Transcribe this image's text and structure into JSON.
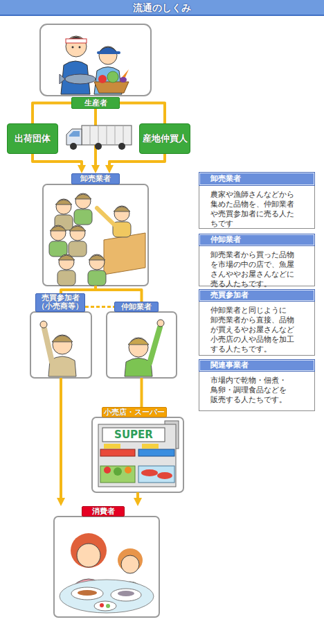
{
  "diagram": {
    "title": "流通のしくみ",
    "nodes": [
      {
        "text": [
          "生産者"
        ]
      },
      {
        "text": [
          "出荷団体"
        ]
      },
      {
        "text": [
          "産地仲買人"
        ]
      },
      {
        "text": [
          "卸売業者"
        ]
      },
      {
        "text": [
          "売買参加者 （小売商等）"
        ]
      },
      {
        "text": [
          "仲卸業者"
        ]
      },
      {
        "text": [
          "小売店・スーパー"
        ]
      },
      {
        "text": [
          "消費者"
        ]
      },
      {
        "text": [
          "卸売業者",
          "農家や漁師さんなどから 集めた品物を、仲卸業者 や売買参加者に売る人た ちです"
        ]
      },
      {
        "text": [
          "仲卸業者",
          "卸売業者から買った品物 を市場の中の店で、魚屋 さんややお屋さんなどに 売る人たちです。"
        ]
      },
      {
        "text": [
          "売買参加者",
          "仲卸業者と同じように 卸売業者から直接、品物 が買えるやお屋さんなど 小売店の人や品物を加工 する人たちです。"
        ]
      },
      {
        "text": [
          "関連事業者",
          "市場内で乾物・佃煮・ 鳥卵・調理食品などを 販売する人たちです。"
        ]
      }
    ],
    "edges": [
      {
        "from": 0,
        "to": 1,
        "arrow": "none"
      },
      {
        "from": 0,
        "to": 2,
        "arrow": "none"
      },
      {
        "from": 0,
        "to": 3,
        "arrow": "to"
      },
      {
        "from": 1,
        "to": 3,
        "arrow": "to"
      },
      {
        "from": 2,
        "to": 3,
        "arrow": "to"
      },
      {
        "from": 3,
        "to": 4,
        "arrow": "none"
      },
      {
        "from": 3,
        "to": 5,
        "arrow": "none"
      },
      {
        "from": 4,
        "to": 5,
        "arrow": "none"
      },
      {
        "from": 4,
        "to": 7,
        "arrow": "to"
      },
      {
        "from": 5,
        "to": 6,
        "arrow": "none"
      },
      {
        "from": 6,
        "to": 7,
        "arrow": "to"
      }
    ],
    "labels": [
      "SUPER"
    ]
  }
}
